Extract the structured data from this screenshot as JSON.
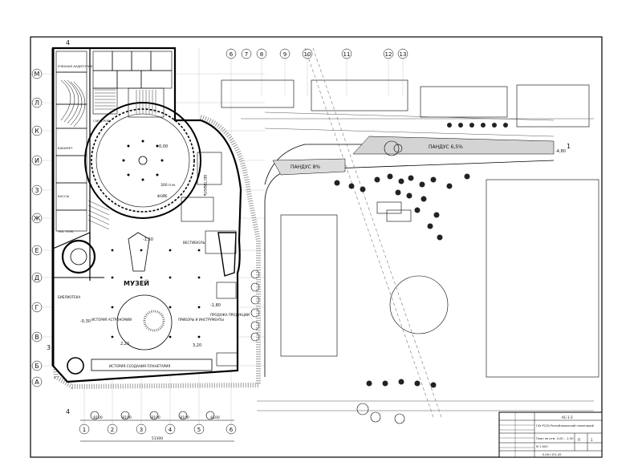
{
  "drawing": {
    "rooms": {
      "museum": "МУЗЕЙ",
      "planetarium_hall": "300 п.м.",
      "vestibule": "ВЕСТИБЮЛЬ",
      "vestibule_2": "ВЕСТИБЮЛЬ",
      "foyer": "ФОЙЕ",
      "history_exhibit": "ИСТОРИЯ СОЗДАНИЯ ПЛАНЕТАРИЯ",
      "instruments": "ПРИБОРЫ И ИНСТРУМЕНТЫ",
      "history_astronomy": "ИСТОРИЯ АСТРОНОМИИ",
      "products": "ПРОДАЖА ПРОДУКЦИИ",
      "library": "БИБЛИОТЕКА",
      "lecture": "УЧЕБНАЯ АУДИТОРИЯ",
      "cashier": "КАССЫ",
      "wardrobe": "ГАРДЕРОБ",
      "office": "КАБИНЕТ",
      "tech": "ТЕХ. ПОМ."
    },
    "levels": [
      "0,00",
      "-0,30",
      "-1,50",
      "-1,80",
      "2,20",
      "3,20",
      "-4,80"
    ],
    "ramp_upper": "ПАНДУС 6,5%",
    "ramp_lower": "ПАНДУС 8%",
    "grid_rows": [
      "М",
      "Л",
      "К",
      "И",
      "З",
      "Ж",
      "Е",
      "Д",
      "Г",
      "В",
      "Б",
      "А"
    ],
    "grid_cols_top": [
      "6",
      "7",
      "8",
      "9",
      "10",
      "11",
      "12",
      "13"
    ],
    "grid_cols_bottom": [
      "1",
      "2",
      "3",
      "4",
      "5",
      "6"
    ],
    "section_mark": "4",
    "section_number": "3",
    "side_mark": "1",
    "dims_bottom": [
      "8100",
      "8100",
      "8100",
      "8100",
      "8100"
    ],
    "dim_total": "51300",
    "elev_note": "0,00=151,45",
    "stamp": {
      "project": "ГАУ РС(Я) Республиканский планетарий",
      "title": "План на отм. 0,00 - -1,50",
      "sheet": "1",
      "scale": "М 1:500",
      "code": "АС-1-3",
      "stage": "П"
    }
  }
}
